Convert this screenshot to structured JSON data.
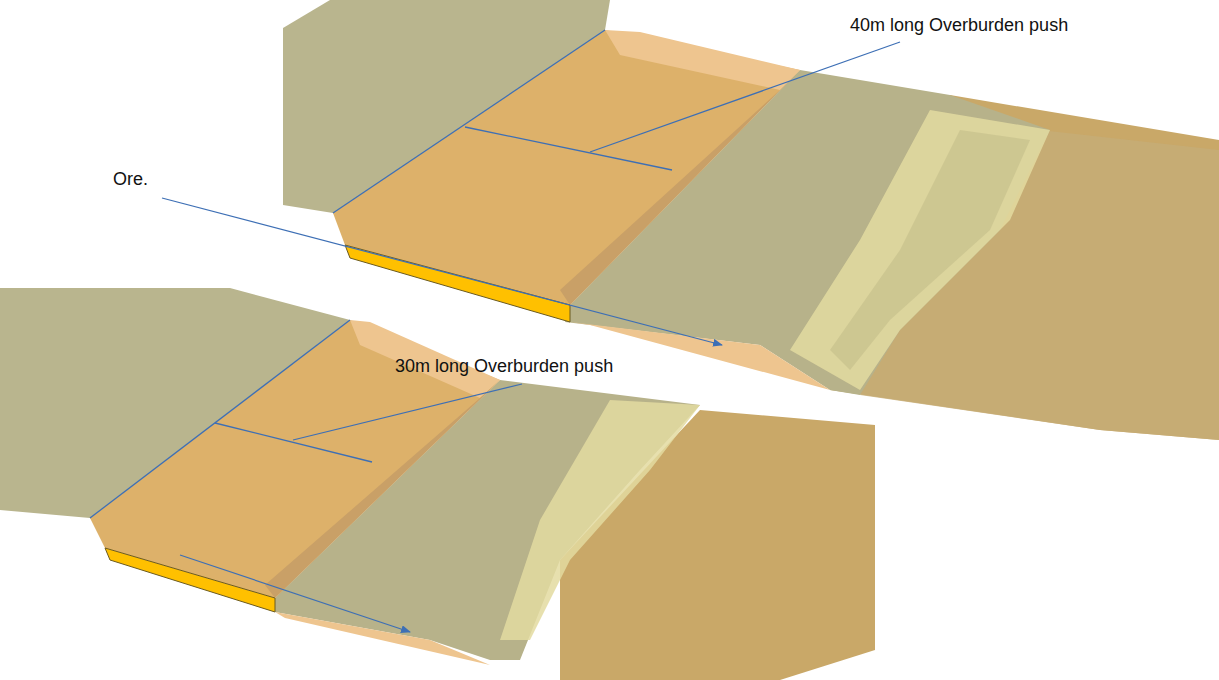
{
  "diagram": {
    "labels": [
      "40m long Overburden push",
      "Ore.",
      "30m long Overburden push"
    ]
  }
}
